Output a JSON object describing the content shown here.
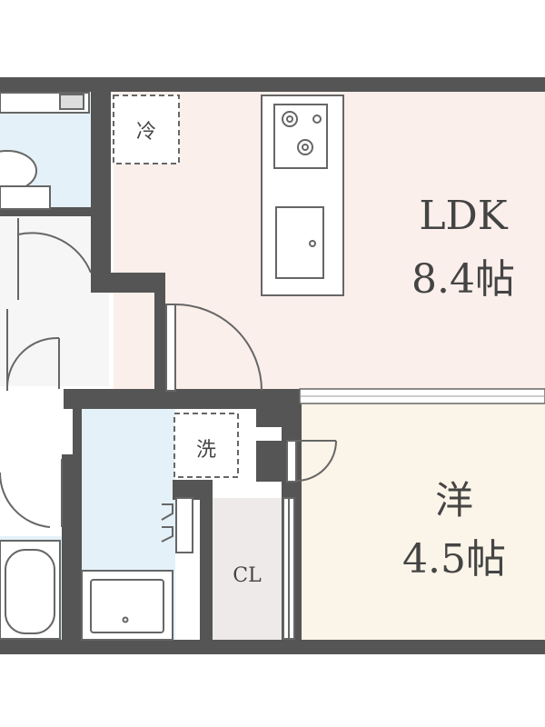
{
  "rooms": {
    "ldk": {
      "name": "LDK",
      "size": "8.4帖"
    },
    "western": {
      "name": "洋",
      "size": "4.5帖"
    },
    "closet": {
      "name": "CL"
    }
  },
  "fixtures": {
    "fridge": "冷",
    "washer": "洗"
  },
  "colors": {
    "wall": "#555555",
    "ldk_floor": "#fbefeb",
    "western_floor": "#fbf4e8",
    "wet_area": "#e4f1f9",
    "closet_floor": "#eeeaea",
    "line": "#666666"
  }
}
